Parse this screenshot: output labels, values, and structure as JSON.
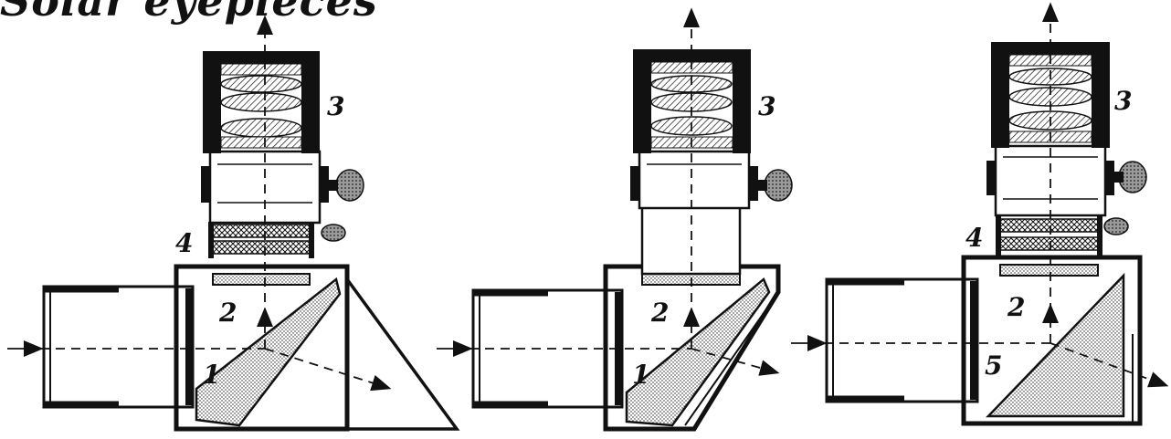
{
  "figure": {
    "title": "Solar eyepieces",
    "labels": {
      "part_1": "1",
      "part_2": "2",
      "part_3": "3",
      "part_4": "4",
      "part_5": "5"
    }
  },
  "colors": {
    "ink": "#111111",
    "background": "#ffffff",
    "stipple": "#cfcfcf",
    "knurl": "#9a9a9a"
  }
}
